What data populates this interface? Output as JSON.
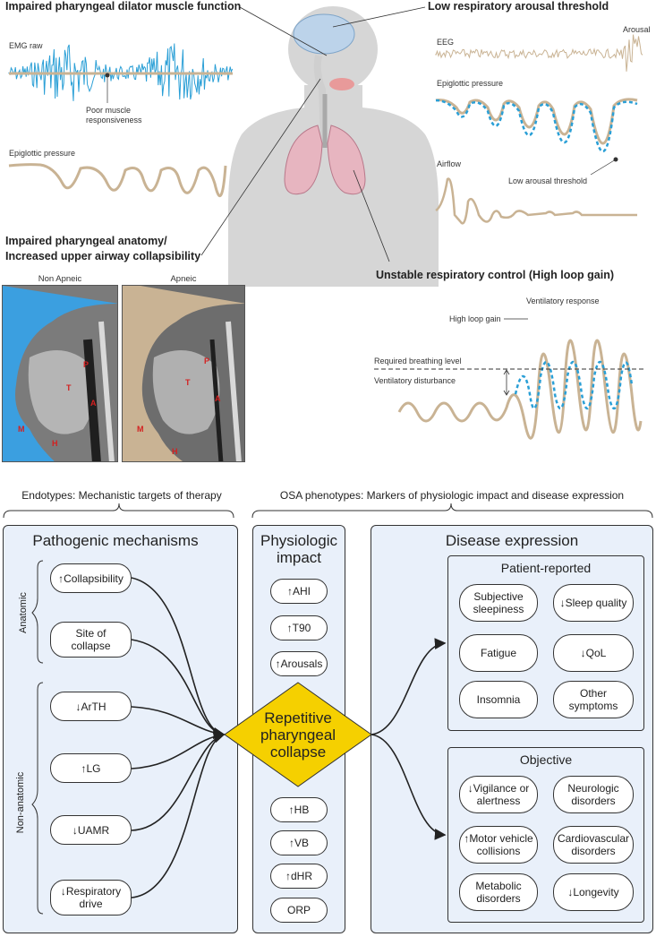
{
  "top": {
    "panel_titles": {
      "dilator": "Impaired pharyngeal dilator muscle function",
      "arousal": "Low respiratory arousal threshold",
      "anatomy_line1": "Impaired pharyngeal anatomy/",
      "anatomy_line2": "Increased upper airway collapsibility",
      "loop_gain": "Unstable respiratory control (High loop gain)"
    },
    "labels": {
      "emg_raw": "EMG raw",
      "poor_muscle_1": "Poor muscle",
      "poor_muscle_2": "responsiveness",
      "epiglottic_pressure_left": "Epiglottic pressure",
      "eeg": "EEG",
      "arousal": "Arousal",
      "epiglottic_pressure_right": "Epiglottic pressure",
      "airflow": "Airflow",
      "low_arousal_threshold": "Low arousal threshold",
      "non_apneic": "Non Apneic",
      "apneic": "Apneic",
      "ventilatory_response": "Ventilatory response",
      "high_loop_gain": "High loop gain",
      "required_breathing_level": "Required breathing level",
      "ventilatory_disturbance": "Ventilatory disturbance"
    },
    "mri_letters": {
      "p": "P",
      "t": "T",
      "a": "A",
      "m": "M",
      "h": "H"
    }
  },
  "bottom": {
    "endotypes_header": "Endotypes: Mechanistic targets of therapy",
    "phenotypes_header": "OSA phenotypes: Markers of physiologic impact and disease expression",
    "pathogenic": {
      "title": "Pathogenic mechanisms",
      "anatomic_label": "Anatomic",
      "nonanatomic_label": "Non-anatomic",
      "items": [
        "↑Collapsibility",
        "Site of collapse",
        "↓ArTH",
        "↑LG",
        "↓UAMR",
        "↓Respiratory drive"
      ]
    },
    "physiologic": {
      "title_line1": "Physiologic",
      "title_line2": "impact",
      "items_top": [
        "↑AHI",
        "↑T90",
        "↑Arousals"
      ],
      "items_bottom": [
        "↑HB",
        "↑VB",
        "↑dHR",
        "ORP"
      ]
    },
    "center": {
      "line1": "Repetitive",
      "line2": "pharyngeal",
      "line3": "collapse"
    },
    "disease": {
      "title": "Disease expression",
      "patient_reported": {
        "title": "Patient-reported",
        "items": [
          "Subjective sleepiness",
          "↓Sleep quality",
          "Fatigue",
          "↓QoL",
          "Insomnia",
          "Other symptoms"
        ]
      },
      "objective": {
        "title": "Objective",
        "items": [
          "↓Vigilance or alertness",
          "Neurologic disorders",
          "↑Motor vehicle collisions",
          "Cardiovascular disorders",
          "Metabolic disorders",
          "↓Longevity"
        ]
      }
    }
  },
  "colors": {
    "panel_bg": "#e9f0fa",
    "diamond": "#f5d000",
    "tan": "#c9b394",
    "blue": "#2a9fd6",
    "body": "#d9d9d9"
  }
}
